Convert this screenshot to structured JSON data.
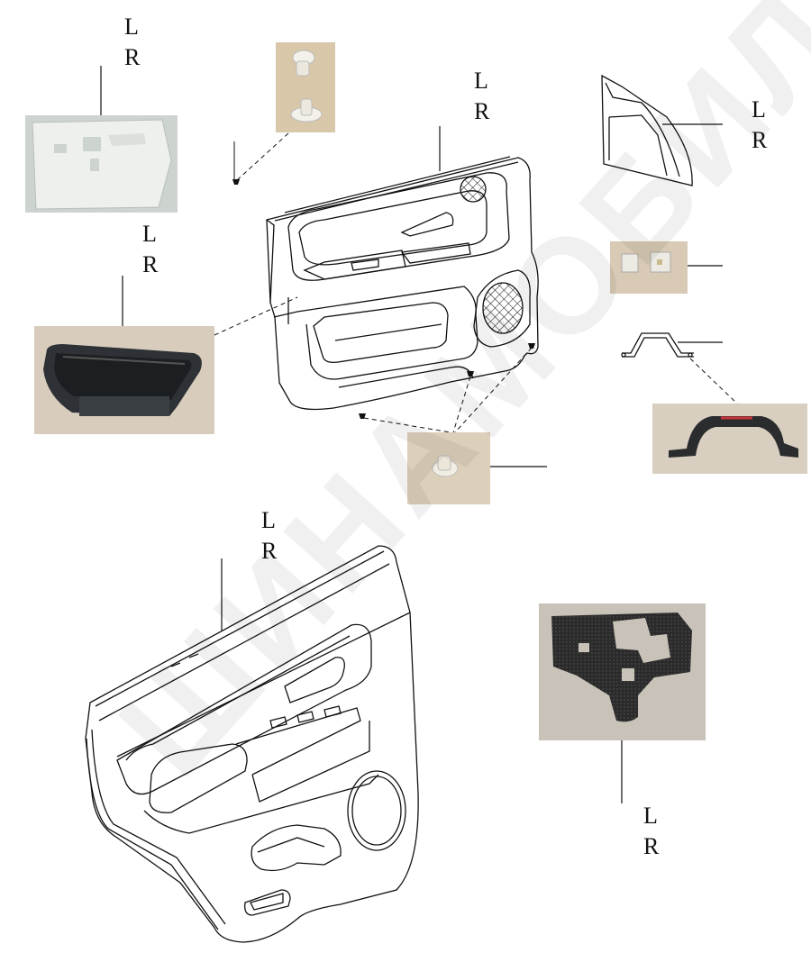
{
  "labels": {
    "top_left": [
      "L",
      "R"
    ],
    "top_center": [
      "L",
      "R"
    ],
    "top_right": [
      "L",
      "R"
    ],
    "left_tray": [
      "L",
      "R"
    ],
    "rear_door": [
      "L",
      "R"
    ],
    "pad": [
      "L",
      "R"
    ]
  },
  "watermark": "ШИНАМОБИЛЬ.РФ",
  "colors": {
    "line": "#111111",
    "photo_bg": "#d9cfbf",
    "felt": "#2b2b2b",
    "plastic": "#e8e6e0",
    "tray": "#2e3236"
  }
}
